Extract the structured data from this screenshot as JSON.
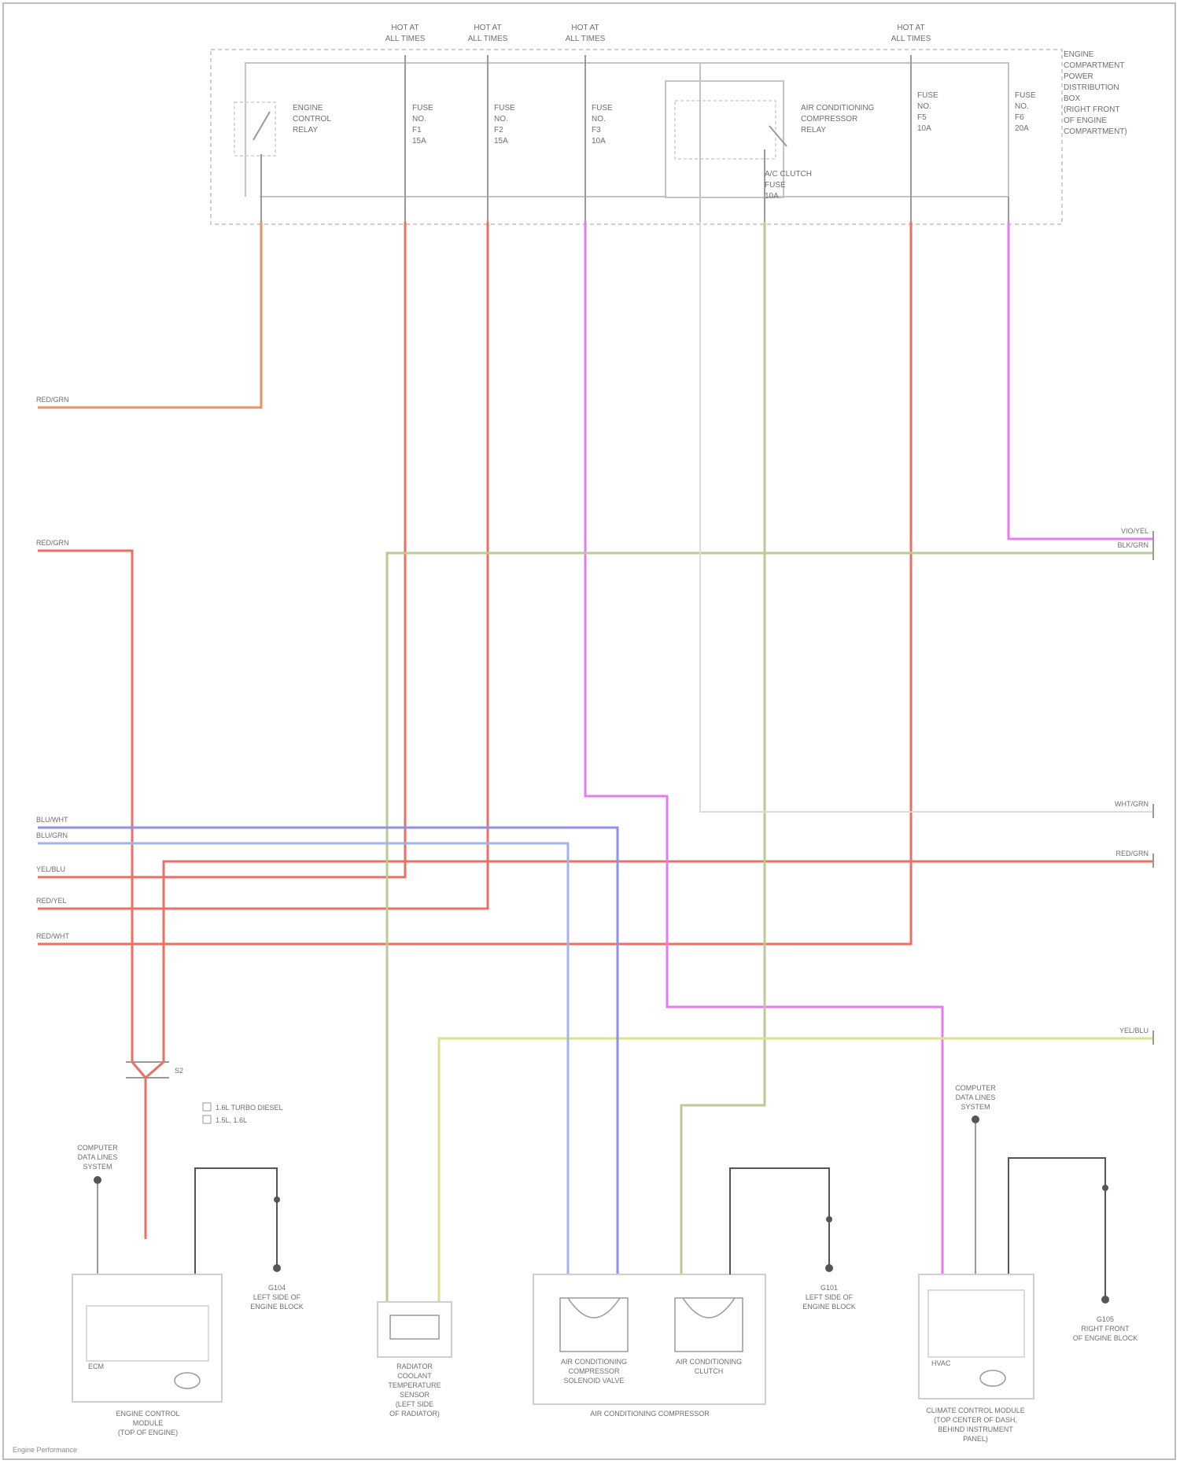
{
  "colors": {
    "red": "#ec6f66",
    "orange": "#ef8f6a",
    "violet": "#e67bf0",
    "green": "#b9ca95",
    "yellow": "#dbe28d",
    "blue": "#8e91e6",
    "blue_light": "#a3b4e4",
    "grey": "#a0a0a0",
    "white_wire": "#dcdcdc"
  },
  "top_fuse_refs": [
    {
      "id": "f1",
      "line1": "HOT AT",
      "line2": "ALL TIMES"
    },
    {
      "id": "f2",
      "line1": "HOT AT",
      "line2": "ALL TIMES"
    },
    {
      "id": "f3",
      "line1": "HOT AT",
      "line2": "ALL TIMES"
    },
    {
      "id": "f4",
      "line1": "HOT AT",
      "line2": "ALL TIMES"
    }
  ],
  "power_block": {
    "title_lines": [
      "ENGINE",
      "COMPARTMENT",
      "POWER",
      "DISTRIBUTION",
      "BOX",
      "(RIGHT FRONT",
      "OF ENGINE",
      "COMPARTMENT)"
    ],
    "relay_left_lines": [
      "ENGINE",
      "CONTROL",
      "RELAY"
    ],
    "fuse_a_lines": [
      "FUSE",
      "NO.",
      "F1",
      "15A"
    ],
    "fuse_b_lines": [
      "FUSE",
      "NO.",
      "F2",
      "15A"
    ],
    "fuse_c_lines": [
      "FUSE",
      "NO.",
      "F3",
      "10A"
    ],
    "ac_relay_lines": [
      "AIR CONDITIONING",
      "COMPRESSOR",
      "RELAY"
    ],
    "fuse_d_lines": [
      "FUSE",
      "NO.",
      "F5",
      "10A"
    ],
    "fuse_e_lines": [
      "FUSE",
      "NO.",
      "F6",
      "20A"
    ],
    "ac_fuse_lines": [
      "A/C CLUTCH",
      "FUSE",
      "10A"
    ]
  },
  "splice": {
    "label": "S2"
  },
  "legend": {
    "line1": "1.6L TURBO DIESEL",
    "line2": "1.5L, 1.6L"
  },
  "bottom_components": {
    "ecm_ref": [
      "COMPUTER",
      "DATA LINES",
      "SYSTEM"
    ],
    "ground_left": [
      "G104",
      "LEFT SIDE OF",
      "ENGINE BLOCK"
    ],
    "ecm_title": [
      "ENGINE CONTROL",
      "MODULE",
      "(TOP OF ENGINE)"
    ],
    "ecm_inner": "ECM",
    "sensor_title": [
      "RADIATOR",
      "COOLANT",
      "TEMPERATURE",
      "SENSOR",
      "(LEFT SIDE",
      "OF RADIATOR)"
    ],
    "compressor_left_title": [
      "AIR CONDITIONING",
      "COMPRESSOR",
      "SOLENOID VALVE"
    ],
    "compressor_right_title": [
      "AIR CONDITIONING",
      "CLUTCH"
    ],
    "compressor_group_title": "AIR CONDITIONING COMPRESSOR",
    "ground_mid": [
      "G101",
      "LEFT SIDE OF",
      "ENGINE BLOCK"
    ],
    "right_ref": [
      "COMPUTER",
      "DATA LINES",
      "SYSTEM"
    ],
    "right_title": [
      "CLIMATE CONTROL MODULE",
      "(TOP CENTER OF DASH,",
      "BEHIND INSTRUMENT",
      "PANEL)"
    ],
    "right_inner": "HVAC",
    "ground_right": [
      "G105",
      "RIGHT FRONT",
      "OF ENGINE BLOCK"
    ]
  },
  "left_rail_labels": [
    "RED/GRN",
    "RED/GRN",
    "BLU/WHT",
    "BLU/GRN",
    "YEL/BLU",
    "RED/YEL",
    "RED/WHT"
  ],
  "right_rail_labels": [
    "VIO/YEL",
    "BLK/GRN",
    "WHT/GRN",
    "RED/GRN",
    "YEL/BLU"
  ],
  "footer": "Engine Performance"
}
